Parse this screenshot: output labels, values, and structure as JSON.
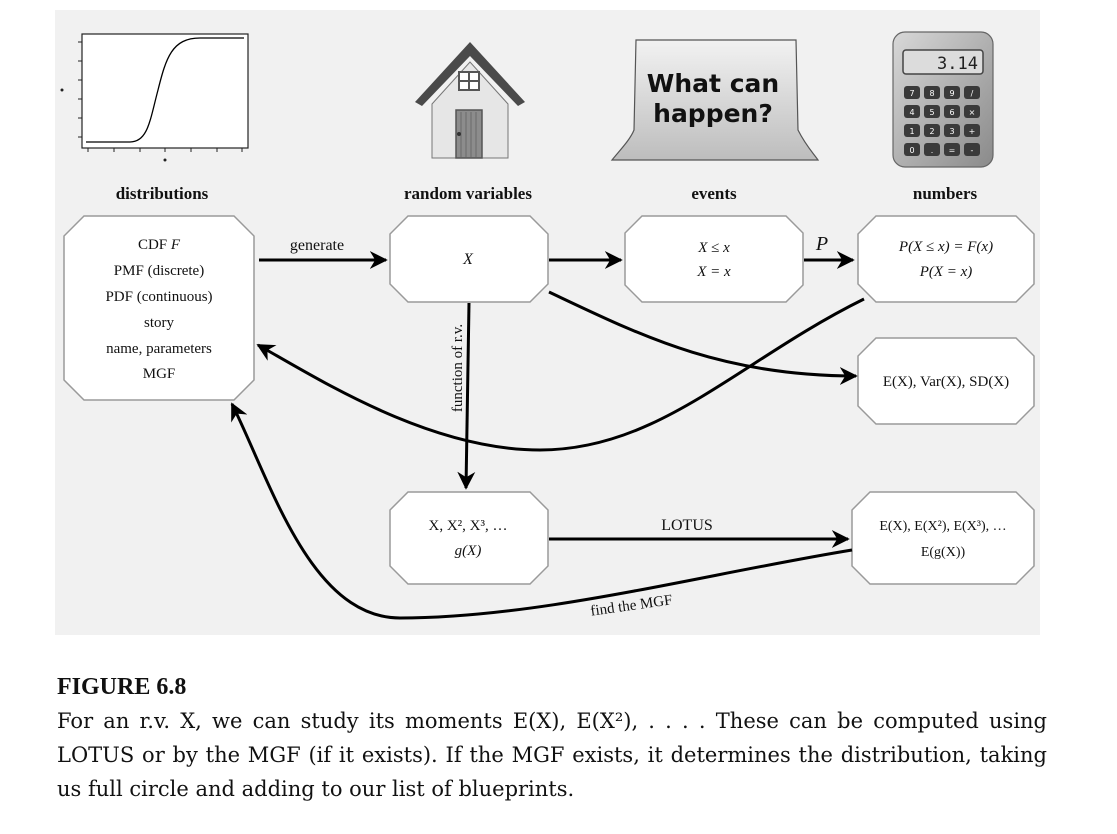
{
  "columns": {
    "distributions": "distributions",
    "random_variables": "random variables",
    "events": "events",
    "numbers": "numbers"
  },
  "boxes": {
    "distributions": [
      "CDF F",
      "PMF (discrete)",
      "PDF (continuous)",
      "story",
      "name, parameters",
      "MGF"
    ],
    "random_variable": "X",
    "events": [
      "X ≤ x",
      "X = x"
    ],
    "probabilities": [
      "P(X ≤ x) = F(x)",
      "P(X = x)"
    ],
    "summaries": "E(X), Var(X), SD(X)",
    "functions": [
      "X, X², X³, …",
      "g(X)"
    ],
    "moments": [
      "E(X), E(X²), E(X³), …",
      "E(g(X))"
    ]
  },
  "labels": {
    "generate": "generate",
    "P": "P",
    "function_of_rv": "function of r.v.",
    "lotus": "LOTUS",
    "find_mgf": "find the MGF"
  },
  "illustrations": {
    "events_card": [
      "What can",
      "happen?"
    ],
    "calculator_display": "3.14",
    "calculator_keys": [
      "7",
      "8",
      "9",
      "/",
      "4",
      "5",
      "6",
      "×",
      "1",
      "2",
      "3",
      "+",
      "0",
      ".",
      "=",
      "-"
    ]
  },
  "caption": {
    "title": "FIGURE 6.8",
    "text": "For an r.v. X, we can study its moments E(X), E(X²), . . . . These can be computed using LOTUS or by the MGF (if it exists). If the MGF exists, it determines the distribution, taking us full circle and adding to our list of blueprints."
  }
}
